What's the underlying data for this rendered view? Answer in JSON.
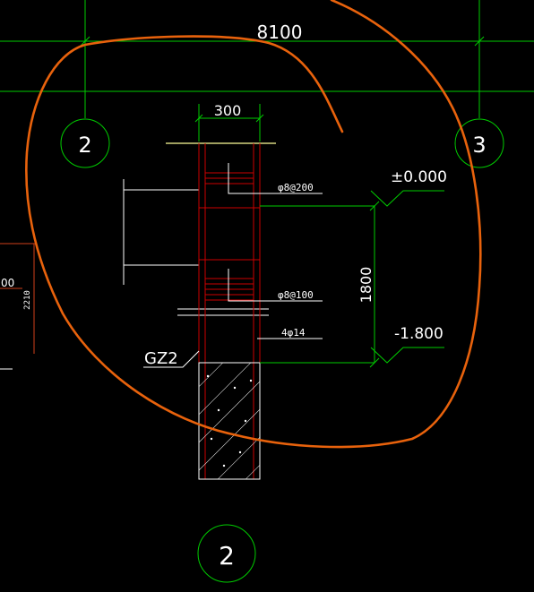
{
  "drawing": {
    "span_dimension": "8100",
    "width_dimension": "300",
    "height_dimension": "1800",
    "axis_left": "2",
    "axis_right": "3",
    "section_number": "2",
    "column_tag": "GZ2",
    "stirrup_top": "φ8@200",
    "stirrup_bottom": "φ8@100",
    "longitudinal_bars": "4φ14",
    "elevation_top": "±0.000",
    "elevation_bottom": "-1.800",
    "side_dim_left": "00",
    "side_dim_vertical": "2210"
  },
  "colors": {
    "background": "#000000",
    "axis_green": "#00cc00",
    "column_red": "#cc0000",
    "text_white": "#ffffff",
    "hatch_white": "#ffffff",
    "slab_yellow": "#ffff99",
    "markup_orange": "#e8620c",
    "leader_orange": "#d0401a"
  }
}
